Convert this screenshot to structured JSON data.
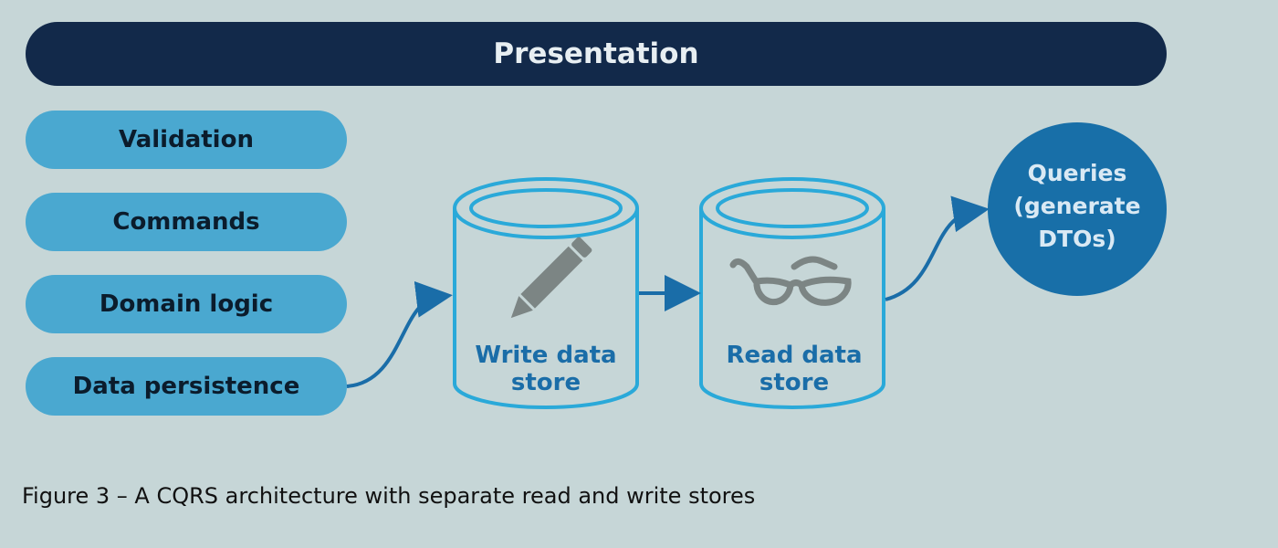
{
  "diagram": {
    "presentation": "Presentation",
    "layers": [
      "Validation",
      "Commands",
      "Domain logic",
      "Data persistence"
    ],
    "write_store": {
      "line1": "Write data",
      "line2": "store",
      "icon": "pencil-icon"
    },
    "read_store": {
      "line1": "Read data",
      "line2": "store",
      "icon": "glasses-icon"
    },
    "queries": {
      "line1": "Queries",
      "line2": "(generate",
      "line3": "DTOs)"
    }
  },
  "caption": "Figure 3 – A CQRS architecture with separate read and write stores",
  "colors": {
    "background": "#c6d6d7",
    "presentation": "#12294a",
    "layer": "#4aa8d0",
    "store_outline": "#2aa9d9",
    "queries": "#186fa8",
    "arrow": "#1a6da8",
    "icon": "#7c8584"
  }
}
